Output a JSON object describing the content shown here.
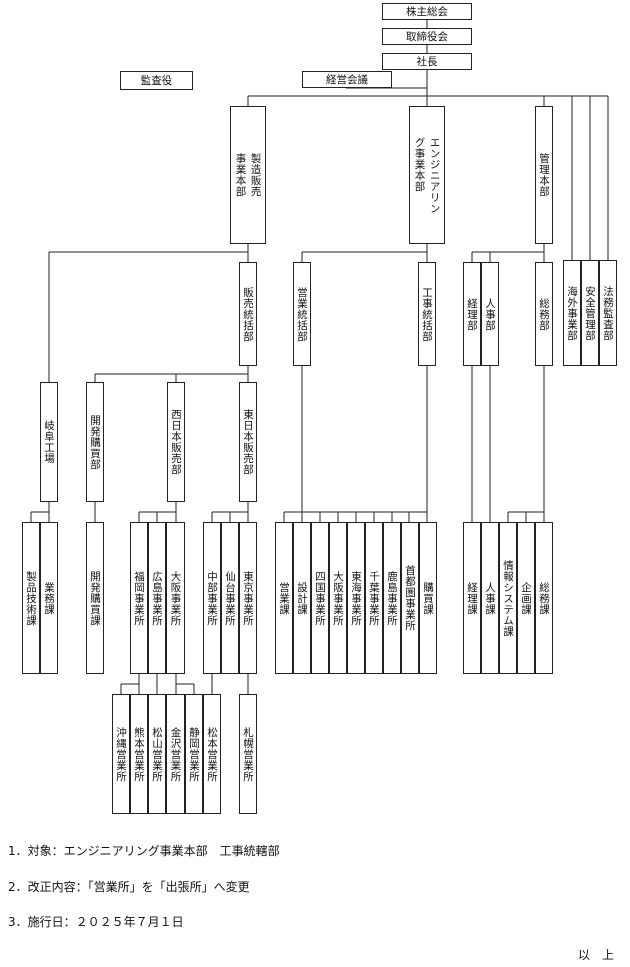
{
  "chart": {
    "shareholders_meeting": "株主総会",
    "board": "取締役会",
    "president": "社長",
    "auditor": "監査役",
    "management_meeting": "経営会議",
    "mfg_hq": [
      "製造販売",
      "事業本部"
    ],
    "eng_hq": [
      "エンジニアリン",
      "グ事業本部"
    ],
    "admin_hq": "管理本部",
    "overseas": "海外事業部",
    "safety": "安全管理部",
    "legal": "法務監査部",
    "sales_control": "販売統括部",
    "eigyo_control": "営業統括部",
    "koji_control": "工事統括部",
    "keiri_dept": "経理部",
    "jinji_dept": "人事部",
    "somu_dept": "総務部",
    "gifu_factory": "岐阜工場",
    "dev_purchase_dept": "開発購買部",
    "west_sales": "西日本販売部",
    "east_sales": "東日本販売部",
    "tech_section": "製品技術課",
    "biz_section": "業務課",
    "dev_purchase_section": "開発購買課",
    "fukuoka": "福岡事業所",
    "hiroshima": "広島事業所",
    "osaka": "大阪事業所",
    "chubu": "中部事業所",
    "sendai": "仙台事業所",
    "tokyo": "東京事業所",
    "eigyo_section": "営業課",
    "sekkei_section": "設計課",
    "shikoku": "四国事業所",
    "osaka2": "大阪事業所",
    "tokai": "東海事業所",
    "chiba": "千葉事業所",
    "kashima": "鹿島事業所",
    "shutoken": "首都圏事業所",
    "kobai_section": "購買課",
    "keiri_section": "経理課",
    "jinji_section": "人事課",
    "joho_section": "情報システム課",
    "kikaku_section": "企画課",
    "somu_section": "総務課",
    "okinawa": "沖縄営業所",
    "kumamoto": "熊本営業所",
    "matsuyama": "松山営業所",
    "kanazawa": "金沢営業所",
    "shizuoka": "静岡営業所",
    "matsumoto": "松本営業所",
    "sapporo": "札幌営業所"
  },
  "notes": {
    "line1": "1．対象：エンジニアリング事業本部　工事統轄部",
    "line2": "2．改正内容：「営業所」を「出張所」へ変更",
    "line3": "3．施行日：２０２５年７月１日",
    "closing": "以　上"
  }
}
